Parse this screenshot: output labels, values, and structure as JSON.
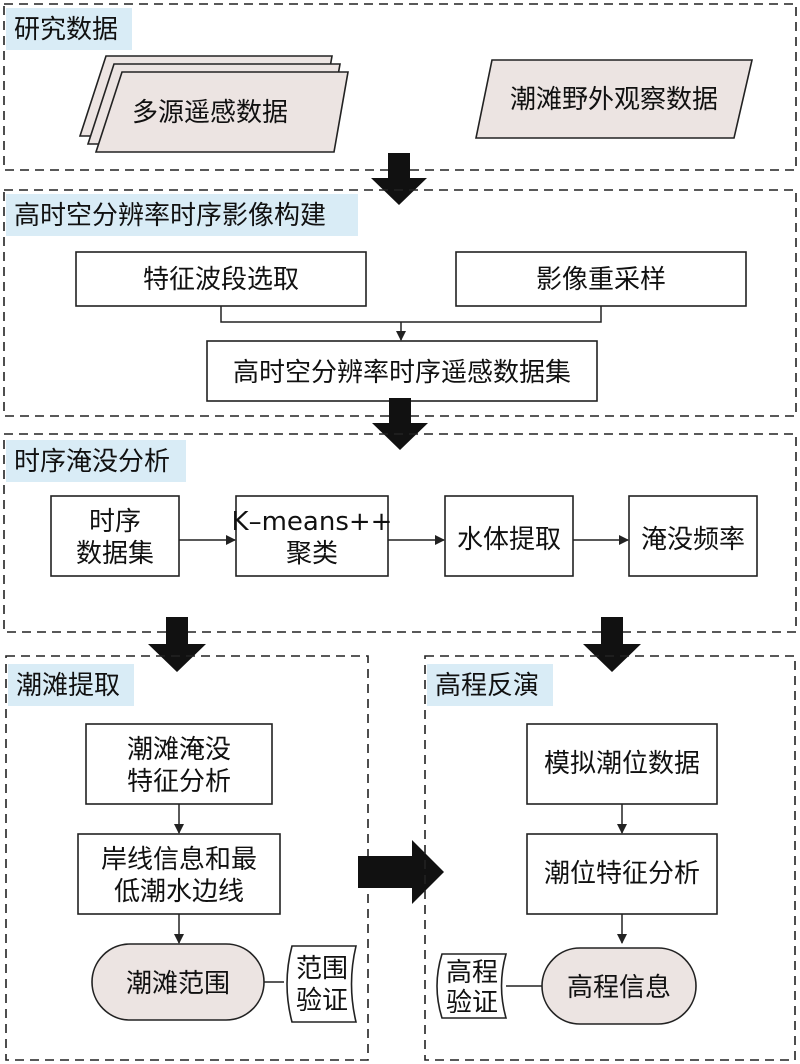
{
  "sections": {
    "research_data": "研究数据",
    "timeseries_build": "高时空分辨率时序影像构建",
    "inundation_analysis": "时序淹没分析",
    "tidalflat_extraction": "潮滩提取",
    "elevation_inversion": "高程反演"
  },
  "nodes": {
    "multi_source_rs": "多源遥感数据",
    "field_obs": "潮滩野外观察数据",
    "band_selection": "特征波段选取",
    "resampling": "影像重采样",
    "hr_dataset": "高时空分辨率时序遥感数据集",
    "ts_dataset_line1": "时序",
    "ts_dataset_line2": "数据集",
    "kmeans_line1": "K–means++",
    "kmeans_line2": "聚类",
    "water_extract": "水体提取",
    "inundation_freq": "淹没频率",
    "tf_feature_line1": "潮滩淹没",
    "tf_feature_line2": "特征分析",
    "shoreline_line1": "岸线信息和最",
    "shoreline_line2": "低潮水边线",
    "tf_range": "潮滩范围",
    "range_verify_line1": "范围",
    "range_verify_line2": "验证",
    "sim_tide": "模拟潮位数据",
    "tide_feature": "潮位特征分析",
    "elev_verify_line1": "高程",
    "elev_verify_line2": "验证",
    "elev_info": "高程信息"
  },
  "colors": {
    "title_bg": "#d9ecf6",
    "shaded_fill": "#ece4e2",
    "stroke": "#222222",
    "arrow": "#111111"
  }
}
